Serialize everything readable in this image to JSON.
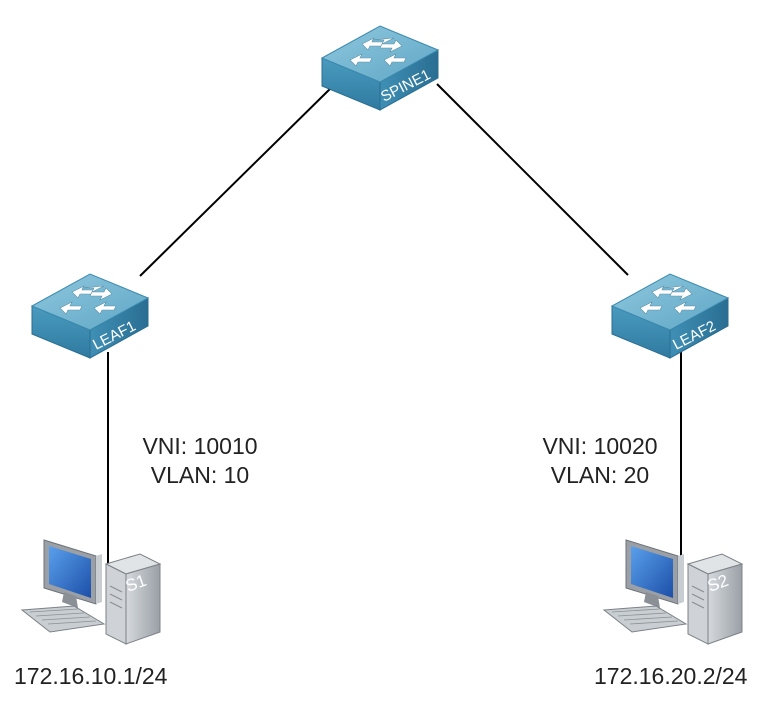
{
  "devices": {
    "spine": {
      "name": "SPINE1",
      "type": "switch",
      "icon": "switch-icon"
    },
    "leaf1": {
      "name": "LEAF1",
      "type": "switch",
      "icon": "switch-icon"
    },
    "leaf2": {
      "name": "LEAF2",
      "type": "switch",
      "icon": "switch-icon"
    },
    "s1": {
      "name": "S1",
      "type": "host",
      "icon": "computer-icon",
      "ip": "172.16.10.1/24"
    },
    "s2": {
      "name": "S2",
      "type": "host",
      "icon": "computer-icon",
      "ip": "172.16.20.2/24"
    }
  },
  "segments": {
    "left": {
      "vni": "VNI: 10010",
      "vlan": "VLAN: 10"
    },
    "right": {
      "vni": "VNI: 10020",
      "vlan": "VLAN: 20"
    }
  },
  "colors": {
    "switch_top": "#6fb3cf",
    "switch_side": "#3c8bb0",
    "host_case": "#b9bec3",
    "screen": "#2f6fd0",
    "link": "#000000"
  }
}
